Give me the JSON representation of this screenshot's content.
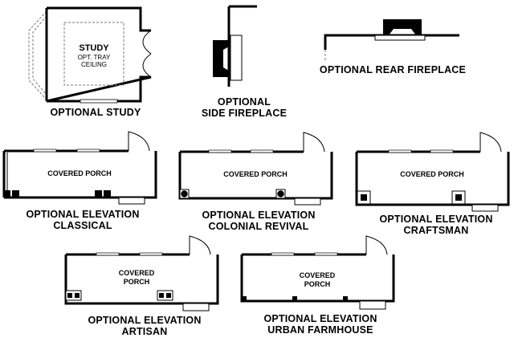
{
  "plans": {
    "study": {
      "room_label": "STUDY",
      "ceiling_line1": "OPT. TRAY",
      "ceiling_line2": "CEILING",
      "caption": "OPTIONAL STUDY"
    },
    "side_fireplace": {
      "caption_line1": "OPTIONAL",
      "caption_line2": "SIDE FIREPLACE"
    },
    "rear_fireplace": {
      "caption": "OPTIONAL REAR FIREPLACE"
    },
    "classical": {
      "porch_label": "COVERED PORCH",
      "caption_line1": "OPTIONAL ELEVATION",
      "caption_line2": "CLASSICAL"
    },
    "colonial_revival": {
      "porch_label": "COVERED PORCH",
      "caption_line1": "OPTIONAL ELEVATION",
      "caption_line2": "COLONIAL REVIVAL"
    },
    "craftsman": {
      "porch_label": "COVERED PORCH",
      "caption_line1": "OPTIONAL ELEVATION",
      "caption_line2": "CRAFTSMAN"
    },
    "artisan": {
      "porch_line1": "COVERED",
      "porch_line2": "PORCH",
      "caption_line1": "OPTIONAL ELEVATION",
      "caption_line2": "ARTISAN"
    },
    "urban_farmhouse": {
      "porch_line1": "COVERED",
      "porch_line2": "PORCH",
      "caption_line1": "OPTIONAL ELEVATION",
      "caption_line2": "URBAN FARMHOUSE"
    }
  }
}
